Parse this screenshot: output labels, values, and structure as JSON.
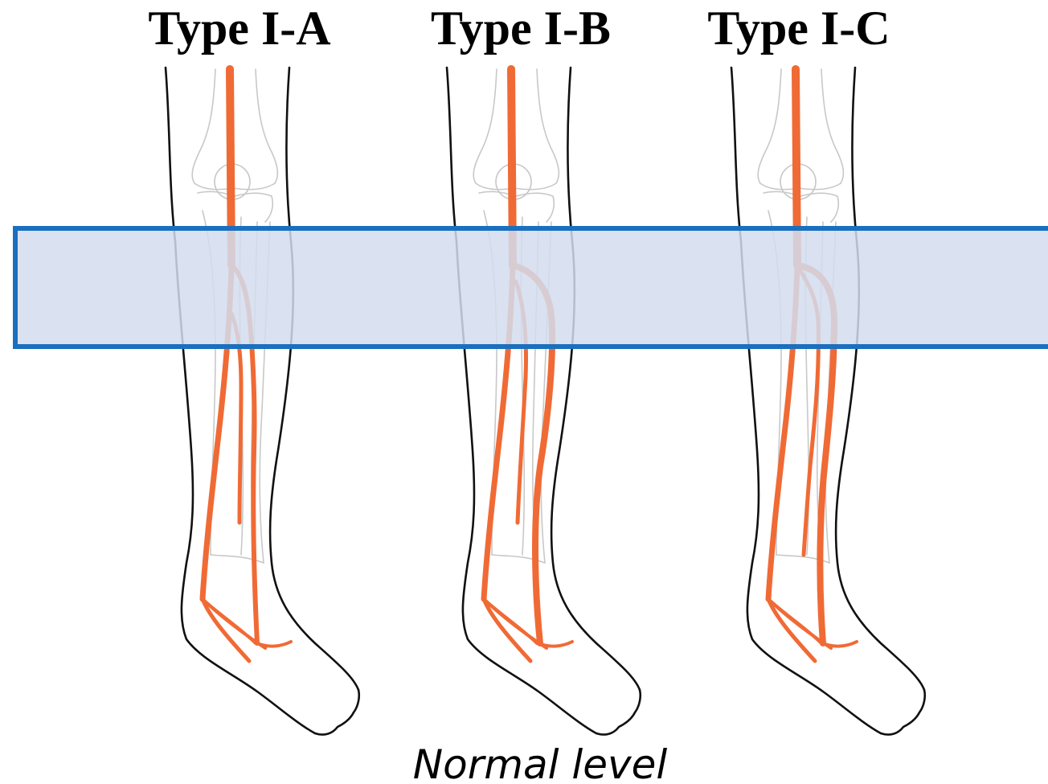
{
  "diagram": {
    "panels": [
      {
        "title": "Type I-A",
        "variant": "A"
      },
      {
        "title": "Type I-B",
        "variant": "B"
      },
      {
        "title": "Type I-C",
        "variant": "C"
      }
    ],
    "caption": "Normal level",
    "colors": {
      "artery": "#f06a35",
      "outline": "#111111",
      "bone": "#c8c8c8",
      "band_fill": "#d4ddef",
      "band_border": "#1a6fbf"
    }
  }
}
